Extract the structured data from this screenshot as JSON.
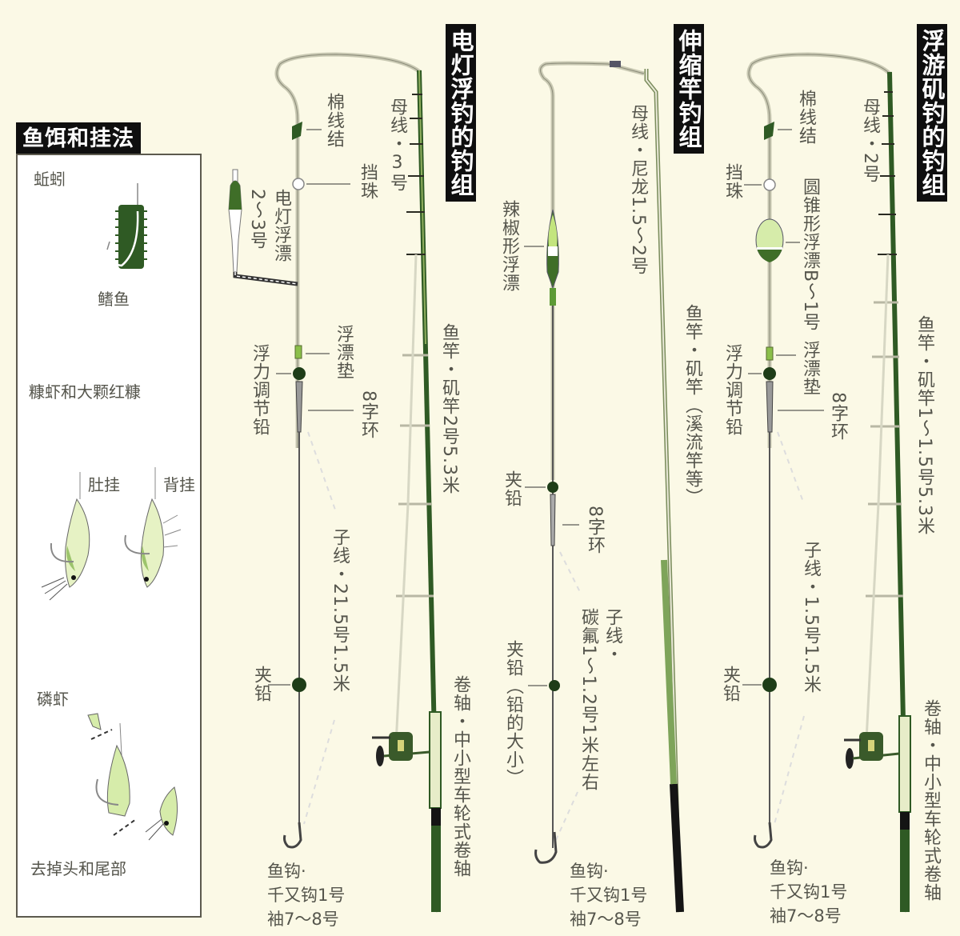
{
  "bait_panel": {
    "title": "鱼饵和挂法",
    "items": [
      {
        "name": "蚯蚓",
        "sub_label": "鳍鱼"
      },
      {
        "name": "糠虾和大颗红糠",
        "hook_styles": [
          "肚挂",
          "背挂"
        ]
      },
      {
        "name": "磷虾",
        "note": "去掉头和尾部"
      }
    ]
  },
  "rigs": [
    {
      "title": "电灯浮钓的钓组",
      "main_line": "母线・3号",
      "cotton_knot": "棉线结",
      "stopper_bead": "挡珠",
      "float": "电灯浮漂",
      "float_size": "2～3号",
      "float_cushion": "浮漂垫",
      "buoyancy_sinker": "浮力调节铅",
      "swivel": "8字环",
      "rod": "鱼竿・矶竿2号5.3米",
      "leader": "子线・21.5号1.5米",
      "split_shot": "夹铅",
      "reel": "卷轴・中小型车轮式卷轴",
      "hook": [
        "鱼钩·",
        "千又钩1号",
        "袖7～8号"
      ]
    },
    {
      "title": "伸缩竿钓组",
      "main_line": "母线・尼龙1.5～2号",
      "float": "辣椒形浮漂",
      "rod": "鱼竿・矶竿（溪流竿等）",
      "split_shot_upper": "夹铅",
      "swivel": "8字环",
      "leader_line1": "子线・",
      "leader_line2": "碳氟1～1.2号1米左右",
      "split_shot_lower": "夹铅（铅的大小）",
      "hook": [
        "鱼钩·",
        "千又钩1号",
        "袖7～8号"
      ]
    },
    {
      "title": "浮游矶钓的钓组",
      "main_line": "母线・2号",
      "cotton_knot": "棉线结",
      "stopper_bead": "挡珠",
      "float": "圆锥形浮漂B～1号",
      "float_cushion": "浮漂垫",
      "buoyancy_sinker": "浮力调节铅",
      "swivel": "8字环",
      "rod": "鱼竿・矶竿1～1.5号5.3米",
      "leader": "子线・1.5号1.5米",
      "split_shot": "夹铅",
      "reel": "卷轴・中小型车轮式卷轴",
      "hook": [
        "鱼钩·",
        "千又钩1号",
        "袖7～8号"
      ]
    }
  ],
  "colors": {
    "background": "#fbf9e6",
    "rod_green": "#2f5a24",
    "rod_light": "#9cbf6a",
    "title_bg": "#0f0f0f",
    "float_green": "#4d7a2a"
  }
}
